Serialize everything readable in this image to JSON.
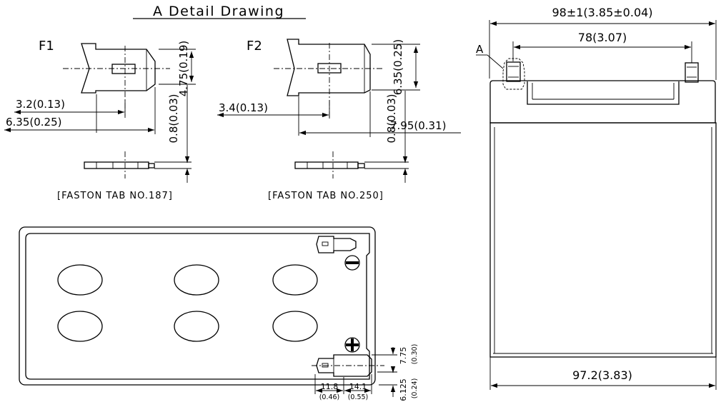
{
  "title": "A Detail Drawing",
  "f1": {
    "label": "F1",
    "dim_width": "3.2(0.13)",
    "dim_length": "6.35(0.25)",
    "dim_height": "4.75(0.19)",
    "dim_thickness": "0.8(0.03)",
    "caption": "[FASTON TAB NO.187]"
  },
  "f2": {
    "label": "F2",
    "dim_width": "3.4(0.13)",
    "dim_length": "7.95(0.31)",
    "dim_height": "6.35(0.25)",
    "dim_thickness": "0.8(0.03)",
    "caption": "[FASTON TAB NO.250]"
  },
  "top_view": {
    "negative_symbol": "−",
    "positive_symbol": "+",
    "dim_terminal_left": "11.8",
    "dim_terminal_left_in": "(0.46)",
    "dim_terminal_right": "14.1",
    "dim_terminal_right_in": "(0.55)",
    "dim_v_upper": "7.75",
    "dim_v_upper_in": "(0.30)",
    "dim_v_lower": "6.125",
    "dim_v_lower_in": "(0.24)"
  },
  "side_view": {
    "detail_label": "A",
    "dim_overall_width": "98±1(3.85±0.04)",
    "dim_terminal_spacing": "78(3.07)",
    "dim_bottom_width": "97.2(3.83)"
  }
}
